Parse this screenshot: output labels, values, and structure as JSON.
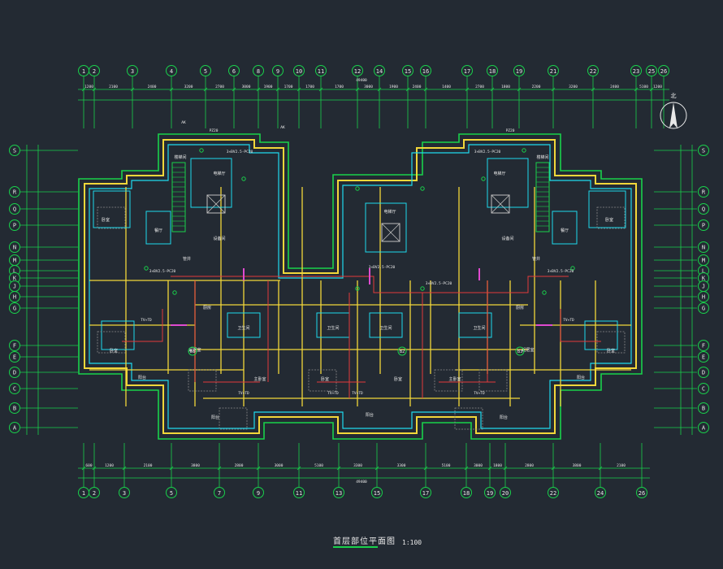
{
  "drawing": {
    "title": "首层部位平面图",
    "scale": "1:100",
    "north_label": "北",
    "overall_dim": "49400"
  },
  "grid_top": [
    "1",
    "2",
    "3",
    "4",
    "5",
    "6",
    "8",
    "9",
    "10",
    "11",
    "12",
    "14",
    "15",
    "16",
    "17",
    "18",
    "19",
    "21",
    "22",
    "23",
    "25",
    "26"
  ],
  "grid_bottom": [
    "1",
    "2",
    "3",
    "5",
    "7",
    "9",
    "11",
    "13",
    "15",
    "17",
    "18",
    "19",
    "20",
    "22",
    "24",
    "26"
  ],
  "grid_rows": [
    "S",
    "R",
    "Q",
    "P",
    "N",
    "M",
    "L",
    "K",
    "J",
    "H",
    "G",
    "F",
    "E",
    "D",
    "C",
    "B",
    "A"
  ],
  "dims_top": [
    "1200",
    "2100",
    "2400",
    "3200",
    "2700",
    "3000",
    "1900",
    "1700",
    "1700",
    "1700",
    "3000",
    "1900",
    "2400",
    "1400",
    "2700",
    "1800",
    "2200",
    "3200",
    "2400",
    "5100",
    "1200"
  ],
  "dims_bottom": [
    "600",
    "1200",
    "2100",
    "3800",
    "2800",
    "3000",
    "5100",
    "3300",
    "3300",
    "5100",
    "3000",
    "1800",
    "2800",
    "3800",
    "2100",
    "600"
  ],
  "room_labels": {
    "elevator_hall": "电梯厅",
    "stair": "楼梯间",
    "living": "起居室",
    "master_bed": "主卧室",
    "bed": "卧室",
    "kitchen": "厨房",
    "bath": "卫生间",
    "dining": "餐厅",
    "balcony": "阳台",
    "equip": "设备间",
    "shaft": "管井"
  },
  "equip_tags": {
    "pz": "PZ20",
    "ak": "AK",
    "pipe": "3×BV2.5-PC20",
    "tv": "TV+TD"
  },
  "colors": {
    "background": "#232a33",
    "grid_axis": "#19d14b",
    "wall": "#f2d73a",
    "wall_cyan": "#1ed9ee",
    "wiring_red": "#e33b3b",
    "wiring_magenta": "#e04ad0",
    "text": "#e8e8e8"
  }
}
